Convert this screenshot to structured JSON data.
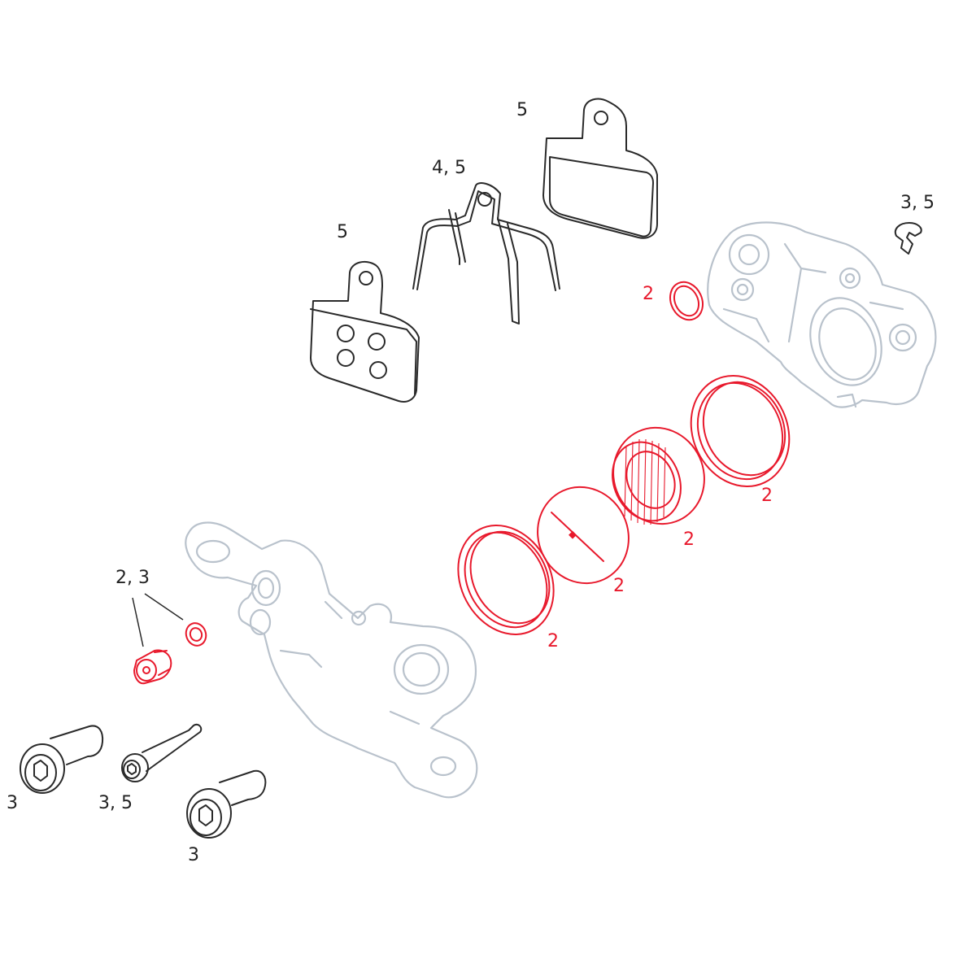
{
  "colors": {
    "callout_red": "#e8192c",
    "line_black": "#2a2a2a",
    "ghost_gray": "#b9c2cc",
    "background": "#ffffff"
  },
  "labels": {
    "pad_rear": "5",
    "spring": "4, 5",
    "pad_front": "5",
    "clip": "3, 5",
    "oring_small": "2",
    "seal_right": "2",
    "piston_right": "2",
    "piston_left": "2",
    "seal_left": "2",
    "bleed": "2, 3",
    "bolt_left": "3",
    "pin": "3, 5",
    "bolt_bottom": "3"
  }
}
